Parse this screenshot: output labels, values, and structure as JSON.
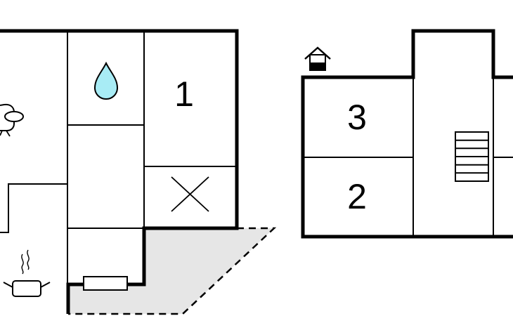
{
  "colors": {
    "background": "#ffffff",
    "wall": "#000000",
    "terrace_fill": "#e6e6e6",
    "water_drop_fill": "#a8ecf5"
  },
  "icons": {
    "bathroom": "water-drop-icon",
    "living": "armchair-icon",
    "kitchen": "cooking-pot-icon",
    "heater": "radiator-icon",
    "closet": "cross-mark-icon",
    "floor_marker": "house-floor-icon",
    "stairs": "stairs-icon"
  },
  "ground_floor": {
    "bedroom_1_label": "1"
  },
  "upper_floor": {
    "bedroom_3_label": "3",
    "bedroom_2_label": "2"
  }
}
